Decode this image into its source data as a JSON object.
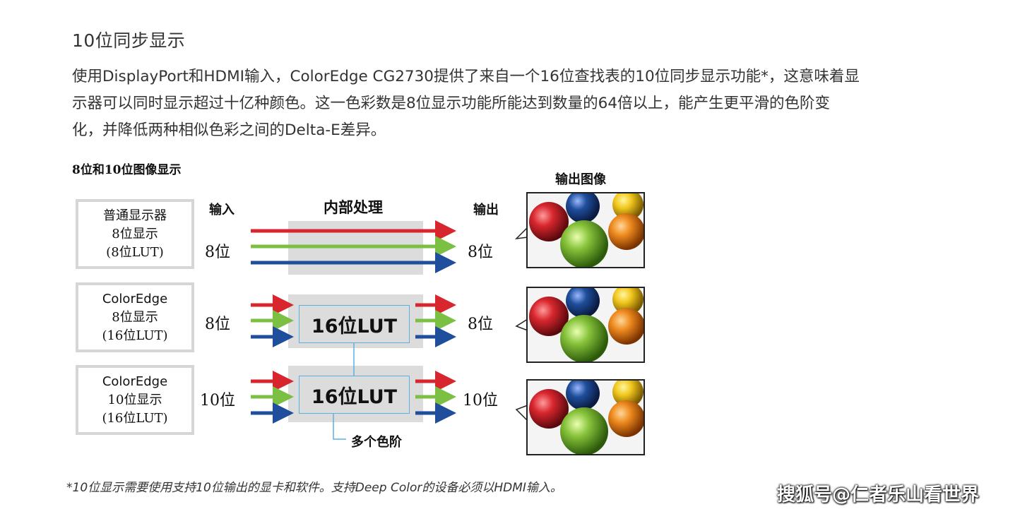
{
  "heading": "10位同步显示",
  "paragraph": {
    "line1": "使用DisplayPort和HDMI输入，ColorEdge CG2730提供了来自一个16位查找表的10位同步显示功能*，这意味着显",
    "line2": "示器可以同时显示超过十亿种颜色。这一色彩数是8位显示功能所能达到数量的64倍以上，能产生更平滑的色阶变",
    "line3": "化，并降低两种相似色彩之间的Delta-E差异。"
  },
  "diagram": {
    "title": "8位和10位图像显示",
    "labels": {
      "input": "输入",
      "processing": "内部处理",
      "output": "输出",
      "output_image": "输出图像"
    },
    "rows": [
      {
        "name_line1": "普通显示器",
        "name_line2": "8位显示",
        "name_line3": "(8位LUT)",
        "input_bits": "8位",
        "output_bits": "8位"
      },
      {
        "name_line1": "ColorEdge",
        "name_line2": "8位显示",
        "name_line3": "(16位LUT)",
        "input_bits": "8位",
        "lut": "16位LUT",
        "output_bits": "8位"
      },
      {
        "name_line1": "ColorEdge",
        "name_line2": "10位显示",
        "name_line3": "(16位LUT)",
        "input_bits": "10位",
        "lut": "16位LUT",
        "output_bits": "10位"
      }
    ],
    "callout": "多个色阶",
    "colors": {
      "red": "#d8262e",
      "green": "#7cc043",
      "blue": "#1f4e9c",
      "box_border": "#d6d6d6",
      "lut_border": "#5ab0e0",
      "proc_bg": "#dcdcdc"
    }
  },
  "footnote": "*10位显示需要使用支持10位输出的显卡和软件。支持Deep Color的设备必须以HDMI输入。",
  "watermark": "搜狐号@仁者乐山看世界"
}
